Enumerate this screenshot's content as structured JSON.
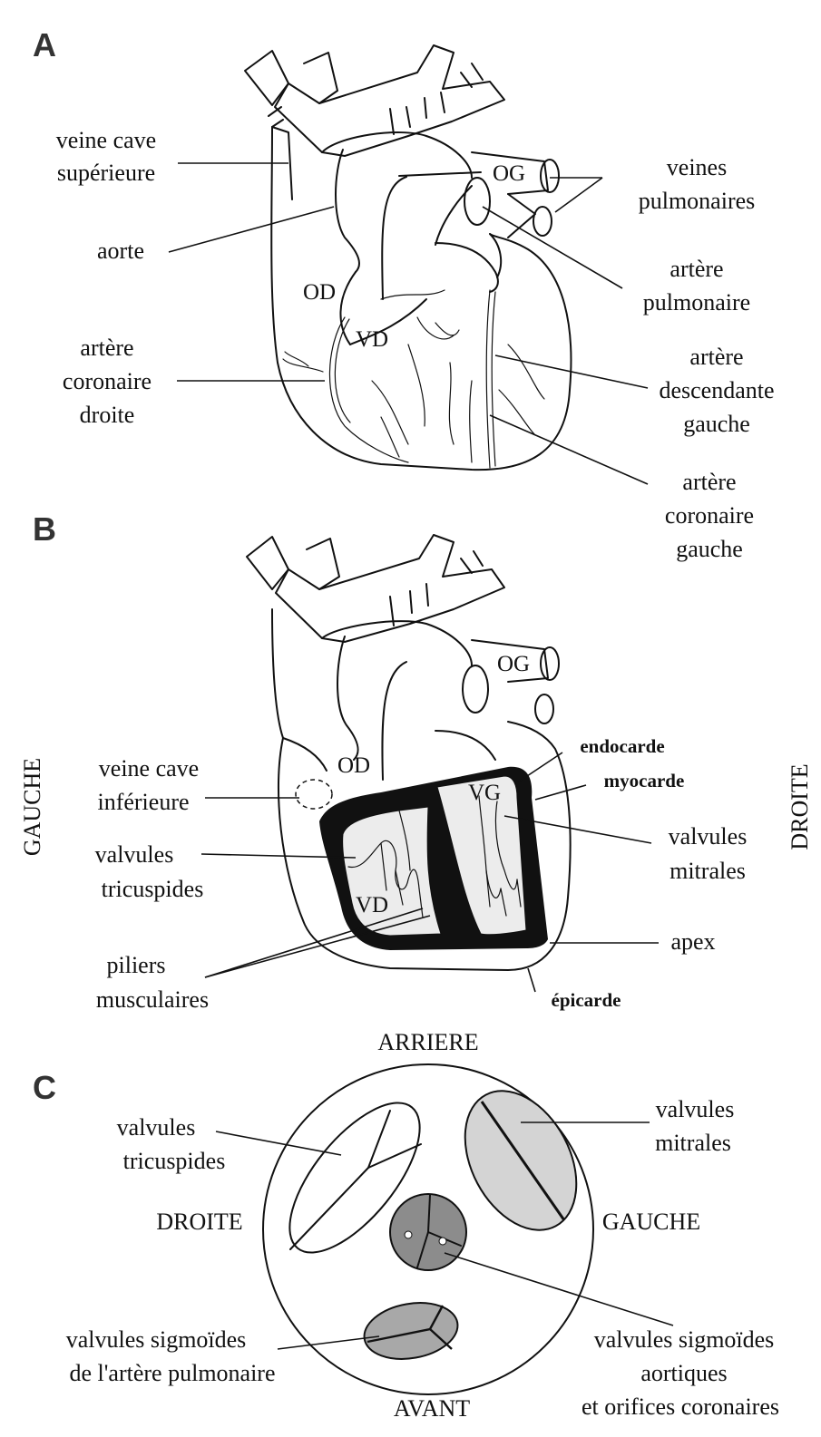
{
  "panels": {
    "a": {
      "letter": "A",
      "labels": {
        "veine_cave_sup": [
          "veine cave",
          "supérieure"
        ],
        "aorte": [
          "aorte"
        ],
        "artere_coronaire_droite": [
          "artère",
          "coronaire",
          "droite"
        ],
        "veines_pulmonaires": [
          "veines",
          "pulmonaires"
        ],
        "artere_pulmonaire": [
          "artère",
          "pulmonaire"
        ],
        "artere_descendante_gauche": [
          "artère",
          "descendante",
          "gauche"
        ],
        "artere_coronaire_gauche": [
          "artère",
          "coronaire",
          "gauche"
        ]
      },
      "chambers": {
        "og": "OG",
        "od": "OD",
        "vd": "VD"
      }
    },
    "b": {
      "letter": "B",
      "side_left": "GAUCHE",
      "side_right": "DROITE",
      "labels": {
        "veine_cave_inf": [
          "veine cave",
          "inférieure"
        ],
        "valvules_tricuspides": [
          "valvules",
          "tricuspides"
        ],
        "piliers_musculaires": [
          "piliers",
          "musculaires"
        ],
        "endocarde": [
          "endocarde"
        ],
        "myocarde": [
          "myocarde"
        ],
        "valvules_mitrales": [
          "valvules",
          "mitrales"
        ],
        "apex": [
          "apex"
        ],
        "epicarde": [
          "épicarde"
        ]
      },
      "chambers": {
        "og": "OG",
        "od": "OD",
        "vg": "VG",
        "vd": "VD"
      }
    },
    "c": {
      "letter": "C",
      "orientation": {
        "top": "ARRIERE",
        "bottom": "AVANT",
        "left": "DROITE",
        "right": "GAUCHE"
      },
      "labels": {
        "valvules_tricuspides": [
          "valvules",
          "tricuspides"
        ],
        "valvules_mitrales": [
          "valvules",
          "mitrales"
        ],
        "sigmoides_pulmonaire": [
          "valvules sigmoïdes",
          "de l'artère pulmonaire"
        ],
        "sigmoides_aortiques": [
          "valvules sigmoïdes",
          "aortiques",
          "et orifices coronaires"
        ]
      }
    }
  },
  "colors": {
    "ink": "#111111",
    "valve_light": "#d4d4d4",
    "valve_dark": "#8c8c8c",
    "valve_mid": "#a8a8a8",
    "wall": "#111111"
  }
}
